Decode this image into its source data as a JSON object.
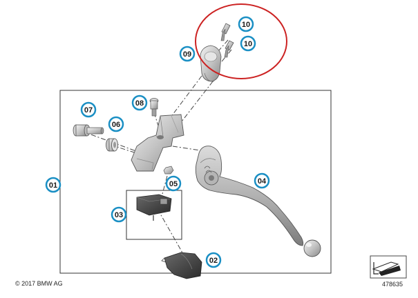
{
  "callouts": {
    "c01": "01",
    "c02": "02",
    "c03": "03",
    "c04": "04",
    "c05": "05",
    "c06": "06",
    "c07": "07",
    "c08": "08",
    "c09": "09",
    "c10a": "10",
    "c10b": "10"
  },
  "footer": {
    "copyright": "© 2017 BMW AG",
    "diagram_number": "478635"
  },
  "colors": {
    "callout_fill": "#ffffff",
    "callout_ring": "#1a8fc4",
    "highlight_circle": "#cc2222",
    "part_light": "#e3e3e3",
    "part_mid": "#b4b4b4",
    "part_dark": "#6d6d6d",
    "frame": "#333333"
  },
  "icons": {
    "diagram_symbol": "exploded-view-arrow-icon"
  }
}
